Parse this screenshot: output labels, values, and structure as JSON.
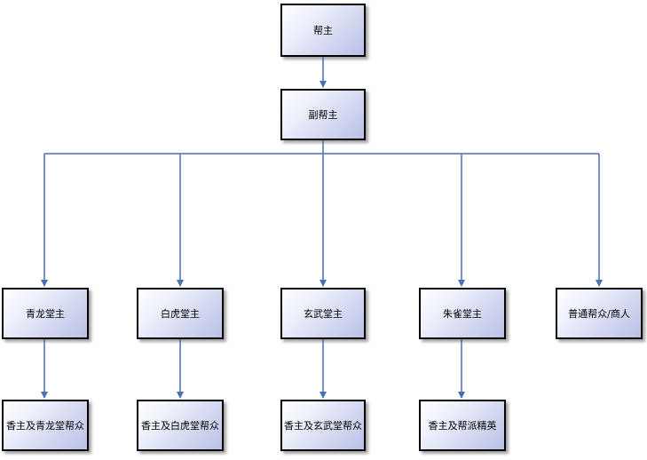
{
  "colors": {
    "connector": "#4a6fba",
    "box_border": "#000000",
    "box_fill_light": "#ffffff",
    "box_fill_dark": "#b9c0e6"
  },
  "nodes": {
    "leader": "帮主",
    "deputy": "副帮主",
    "qinglong": "青龙堂主",
    "baihu": "白虎堂主",
    "xuanwu": "玄武堂主",
    "zhuque": "朱雀堂主",
    "common": "普通帮众/商人",
    "qinglong_members": "香主及青龙堂帮众",
    "baihu_members": "香主及白虎堂帮众",
    "xuanwu_members": "香主及玄武堂帮众",
    "zhuque_members": "香主及帮派精英"
  }
}
